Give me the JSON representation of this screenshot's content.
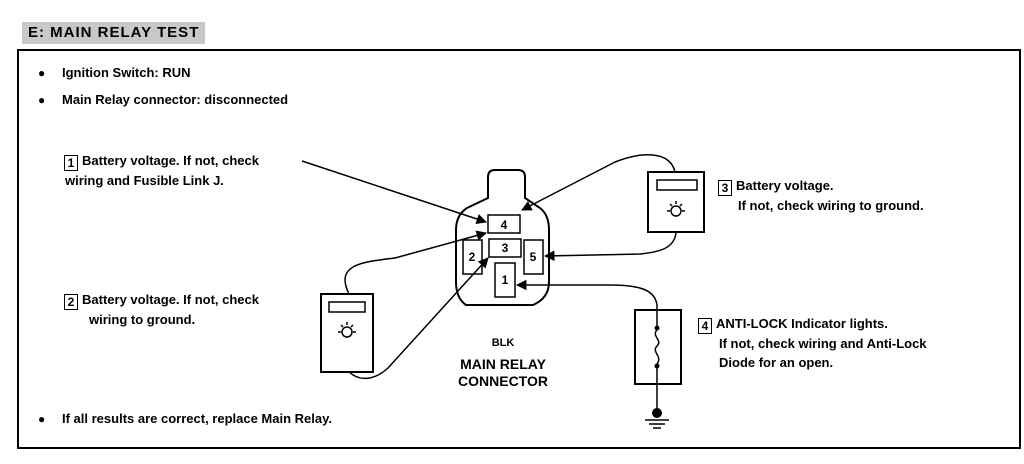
{
  "header": {
    "title": "E: MAIN RELAY TEST"
  },
  "conditions": [
    "Ignition  Switch: RUN",
    "Main Relay connector: disconnected"
  ],
  "steps": [
    {
      "number": "1",
      "line1": "Battery voltage. If not, check",
      "line2": "wiring and Fusible Link J."
    },
    {
      "number": "2",
      "line1": "Battery voltage. If not, check",
      "line2": "wiring to ground."
    },
    {
      "number": "3",
      "line1": "Battery voltage.",
      "line2": "If not, check wiring to ground."
    },
    {
      "number": "4",
      "line1": "ANTI-LOCK Indicator lights.",
      "line2": "If not, check wiring and Anti-Lock",
      "line3": "Diode for an open."
    }
  ],
  "connector": {
    "color_code": "BLK",
    "name_line1": "MAIN RELAY",
    "name_line2": "CONNECTOR",
    "pins": [
      "4",
      "3",
      "2",
      "5",
      "1"
    ]
  },
  "footer_note": "If all results are correct, replace Main Relay."
}
